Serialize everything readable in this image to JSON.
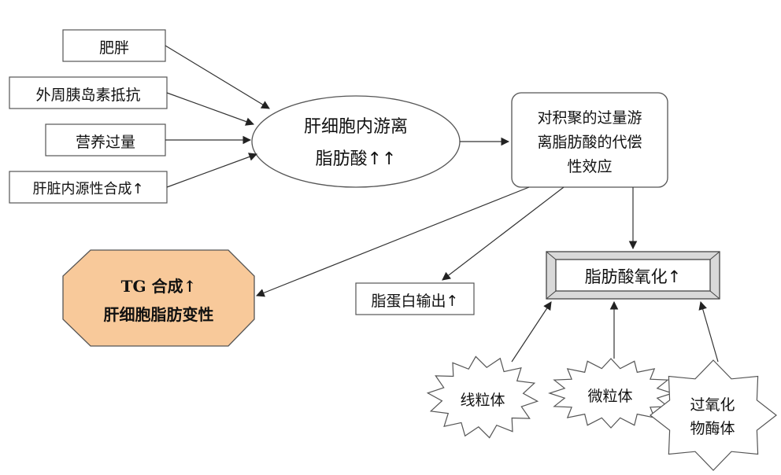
{
  "inputs": {
    "obesity": "肥胖",
    "insulin_resistance": "外周胰岛素抵抗",
    "overnutrition": "营养过量",
    "liver_synthesis": "肝脏内源性合成↑"
  },
  "center": {
    "line1": "肝细胞内游离",
    "line2": "脂肪酸↑↑"
  },
  "compensation": {
    "line1": "对积聚的过量游",
    "line2": "离脂肪酸的代偿",
    "line3": "性效应"
  },
  "fatty_liver": {
    "line1": "TG 合成↑",
    "line2": "肝细胞脂肪变性"
  },
  "lipoprotein_output": "脂蛋白输出↑",
  "fa_oxidation": "脂肪酸氧化↑",
  "organelles": {
    "mitochondria": "线粒体",
    "microsome": "微粒体",
    "peroxisome_line1": "过氧化",
    "peroxisome_line2": "物酶体"
  },
  "colors": {
    "fatty_liver_fill": "#f8c99a",
    "line": "#333333"
  }
}
